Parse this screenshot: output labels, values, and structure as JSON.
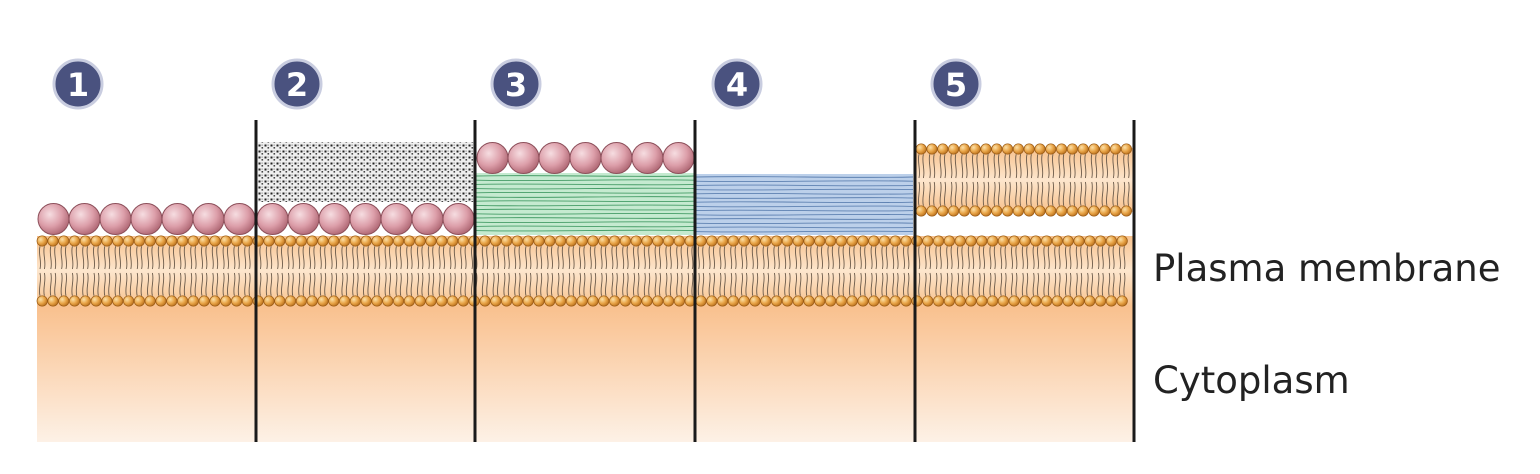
{
  "panels": [
    {
      "number": "1",
      "layers": [
        "beads"
      ]
    },
    {
      "number": "2",
      "layers": [
        "beads",
        "granular"
      ]
    },
    {
      "number": "3",
      "layers": [
        "fibers-green",
        "beads"
      ]
    },
    {
      "number": "4",
      "layers": [
        "fibers-blue"
      ]
    },
    {
      "number": "5",
      "layers": [
        "bilayer"
      ]
    }
  ],
  "labels": {
    "plasma_membrane": "Plasma membrane",
    "cytoplasm": "Cytoplasm"
  },
  "colors": {
    "badge": "#4a527f",
    "lipid_head": "#e6a24a",
    "protein_bead": "#d99aa5",
    "green_fibers": "#bfe6c8",
    "blue_fibers": "#b5cbe6",
    "cytoplasm_top": "#f9c08d",
    "cytoplasm_bottom": "#fdf1e6"
  }
}
